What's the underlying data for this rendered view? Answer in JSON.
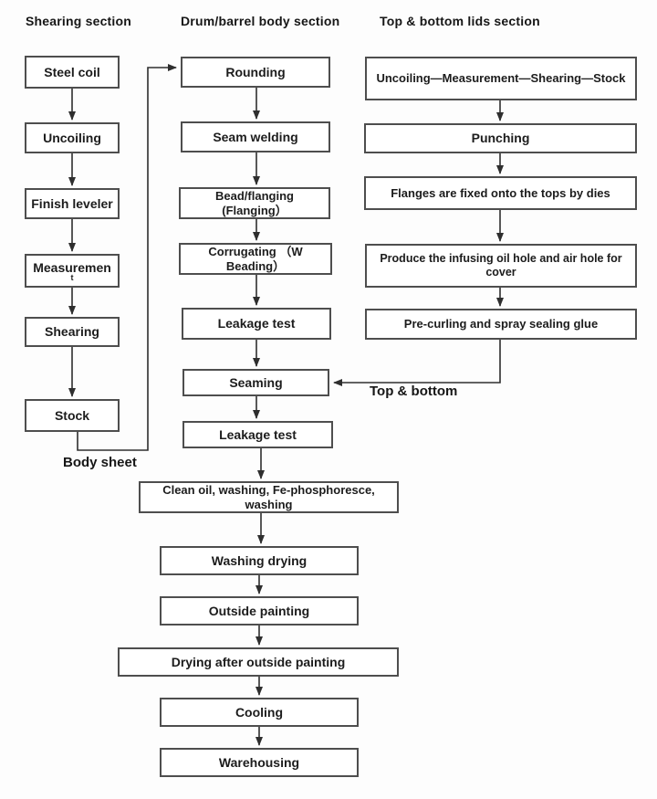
{
  "diagram": {
    "colors": {
      "ink": "#1c1c1c",
      "box_border": "#4e4e4e",
      "box_fill": "#ffffff",
      "background": "#fdfdfd"
    },
    "shearing": {
      "title": "Shearing section",
      "steel_coil": "Steel coil",
      "uncoiling": "Uncoiling",
      "finish_leveler": "Finish leveler",
      "measurement_line1": "Measuremen",
      "measurement_line2": "t",
      "shearing": "Shearing",
      "stock": "Stock",
      "body_sheet_label": "Body sheet"
    },
    "body": {
      "title": "Drum/barrel body section",
      "rounding": "Rounding",
      "seam_welding": "Seam welding",
      "bead_flanging": "Bead/flanging (Flanging）",
      "corrugating": "Corrugating （W Beading）",
      "leakage_test_1": "Leakage test",
      "seaming": "Seaming",
      "leakage_test_2": "Leakage test",
      "clean_oil": "Clean oil, washing, Fe-phosphoresce, washing",
      "washing_drying": "Washing drying",
      "outside_painting": "Outside painting",
      "drying_after": "Drying after outside painting",
      "cooling": "Cooling",
      "warehousing": "Warehousing"
    },
    "lids": {
      "title": "Top & bottom lids section",
      "uncoiling_line": "Uncoiling—Measurement—Shearing—Stock",
      "punching": "Punching",
      "flanges": "Flanges are fixed onto the tops by dies",
      "produce_holes": "Produce the infusing oil hole and air hole for cover",
      "pre_curling": "Pre-curling and spray sealing glue",
      "top_bottom_label": "Top & bottom"
    }
  }
}
